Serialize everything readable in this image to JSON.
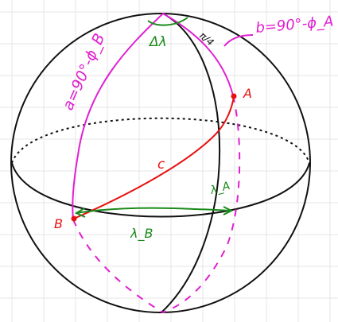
{
  "labels": {
    "arc_a": "a=90°-ϕ_B",
    "arc_b": "b=90°-ϕ_A",
    "delta_lambda": "Δλ",
    "pi_over_4": "π/4",
    "point_a": "A",
    "point_b": "B",
    "arc_c": "c",
    "lambda_a": "λ_A",
    "lambda_b": "λ_B"
  },
  "colors": {
    "background": "#ffffff",
    "grid": "#e6e6e6",
    "sphere": "#111111",
    "meridian": "#e020d0",
    "great_circle_c": "#e81010",
    "longitude": "#1a8a1a"
  }
}
